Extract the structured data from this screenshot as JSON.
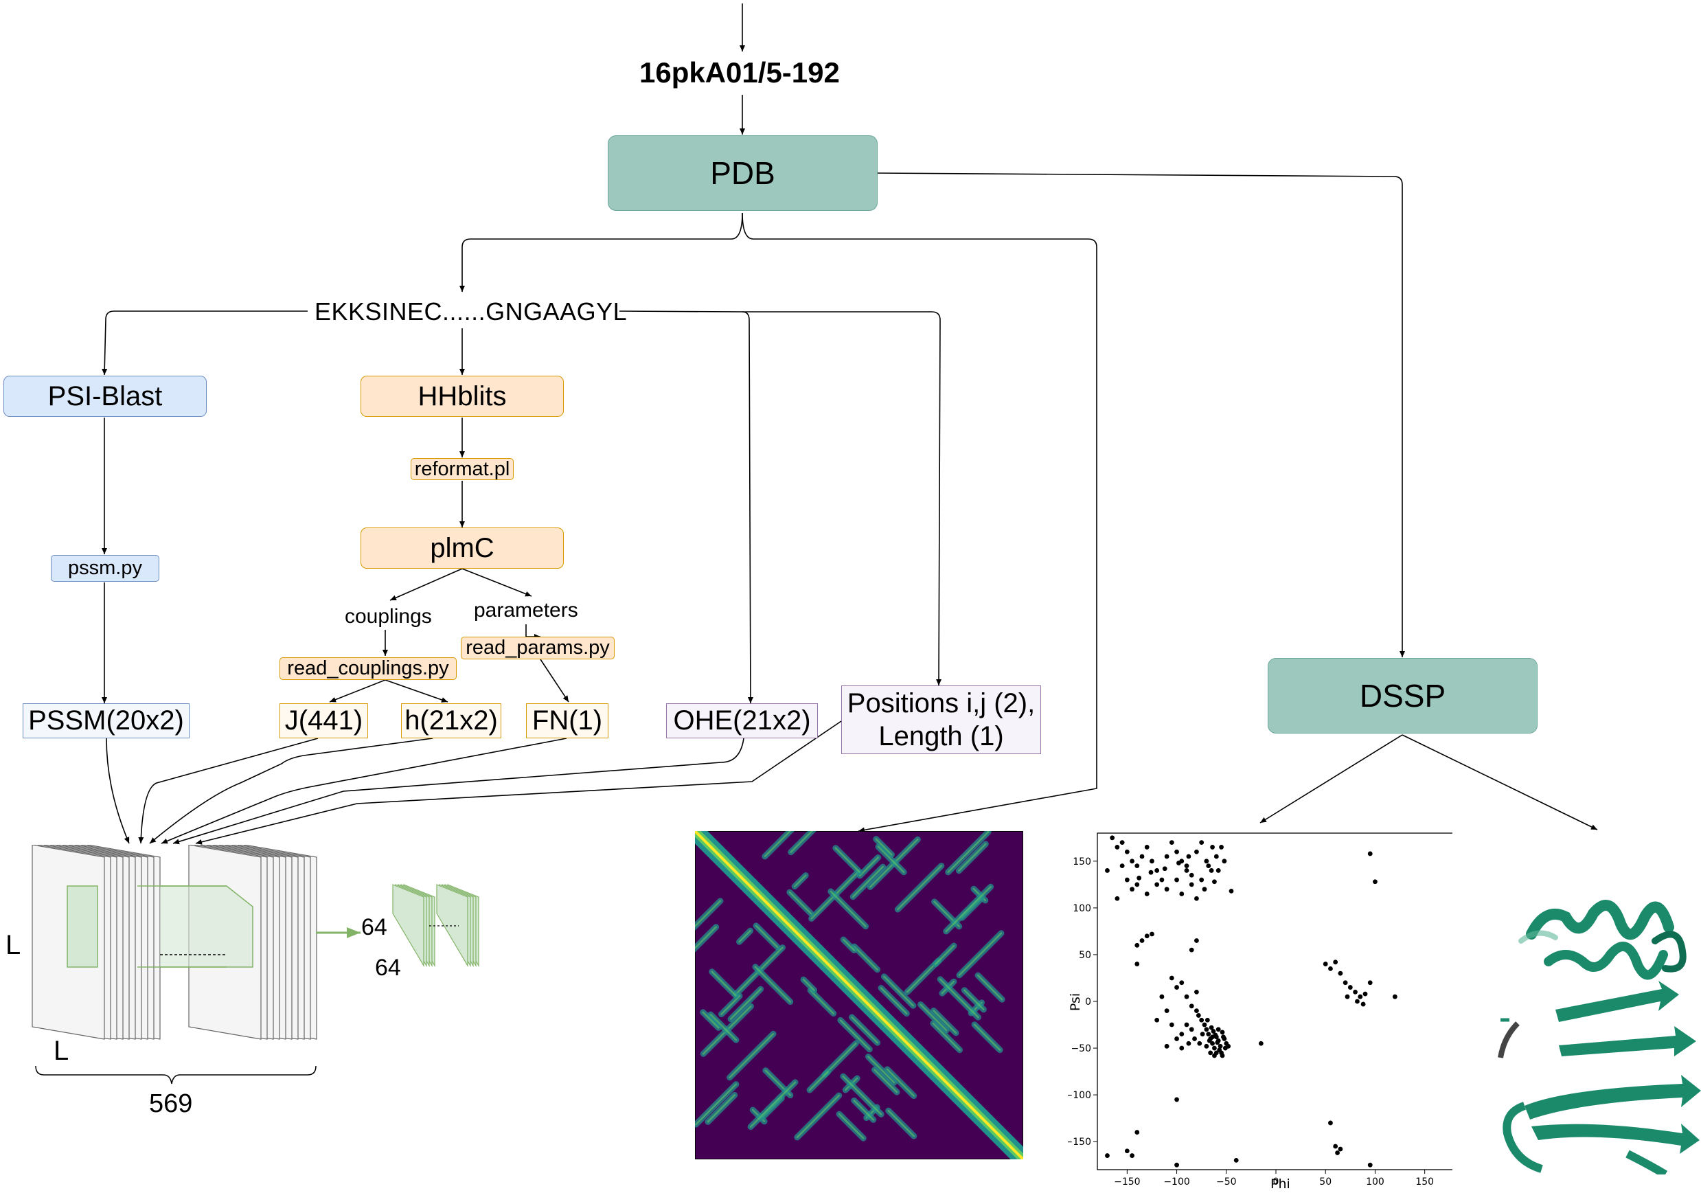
{
  "domain_id": "16pkA01/5-192",
  "pdb": "PDB",
  "sequence": "EKKSINEC......GNGAAGYL",
  "psiblast": "PSI-Blast",
  "pssm_py": "pssm.py",
  "pssm_out": "PSSM(20x2)",
  "hhblits": "HHblits",
  "reformat": "reformat.pl",
  "plmc": "plmC",
  "couplings": "couplings",
  "parameters": "parameters",
  "read_couplings": "read_couplings.py",
  "read_params": "read_params.py",
  "j_out": "J(441)",
  "h_out": "h(21x2)",
  "fn_out": "FN(1)",
  "ohe_out": "OHE(21x2)",
  "positions_line1": "Positions i,j (2),",
  "positions_line2": "Length (1)",
  "dssp": "DSSP",
  "nn": {
    "dim_l_vertical": "L",
    "dim_l_horizontal": "L",
    "channels": "569",
    "out_64a": "64",
    "out_64b": "64"
  },
  "ramachandran": {
    "xlabel": "Phi",
    "ylabel": "Psi",
    "xticks": [
      "−150",
      "−100",
      "−50",
      "0",
      "50",
      "100",
      "150"
    ],
    "yticks": [
      "150",
      "100",
      "50",
      "0",
      "−50",
      "−100",
      "−150"
    ]
  },
  "colors": {
    "teal": "#9dc8be",
    "blue": "#dae8fc",
    "orange": "#ffe6cc",
    "purple": "#e1d5e7",
    "green": "#82b366",
    "viridis_dark": "#440154",
    "viridis_mid": "#21918c",
    "viridis_light": "#fde725",
    "ribbon": "#1a8a6a"
  },
  "chart_data": {
    "type": "scatter",
    "xlabel": "Phi",
    "ylabel": "Psi",
    "xlim": [
      -180,
      180
    ],
    "ylim": [
      -180,
      180
    ],
    "points": [
      [
        -165,
        175
      ],
      [
        -160,
        165
      ],
      [
        -155,
        170
      ],
      [
        -150,
        160
      ],
      [
        -145,
        150
      ],
      [
        -140,
        145
      ],
      [
        -135,
        155
      ],
      [
        -130,
        165
      ],
      [
        -125,
        150
      ],
      [
        -120,
        140
      ],
      [
        -115,
        130
      ],
      [
        -110,
        155
      ],
      [
        -105,
        170
      ],
      [
        -100,
        160
      ],
      [
        -95,
        150
      ],
      [
        -90,
        145
      ],
      [
        -85,
        135
      ],
      [
        -80,
        160
      ],
      [
        -75,
        170
      ],
      [
        -70,
        150
      ],
      [
        -65,
        140
      ],
      [
        -60,
        155
      ],
      [
        -55,
        165
      ],
      [
        -150,
        130
      ],
      [
        -145,
        120
      ],
      [
        -140,
        125
      ],
      [
        -130,
        115
      ],
      [
        -120,
        125
      ],
      [
        -110,
        120
      ],
      [
        -100,
        130
      ],
      [
        -95,
        115
      ],
      [
        -90,
        140
      ],
      [
        -85,
        125
      ],
      [
        -80,
        110
      ],
      [
        -75,
        130
      ],
      [
        -68,
        145
      ],
      [
        -62,
        128
      ],
      [
        -58,
        140
      ],
      [
        -52,
        150
      ],
      [
        -45,
        118
      ],
      [
        -170,
        140
      ],
      [
        -160,
        110
      ],
      [
        -155,
        145
      ],
      [
        -138,
        132
      ],
      [
        -126,
        138
      ],
      [
        -112,
        142
      ],
      [
        -98,
        148
      ],
      [
        -88,
        155
      ],
      [
        -72,
        120
      ],
      [
        -64,
        165
      ],
      [
        -135,
        65
      ],
      [
        -130,
        70
      ],
      [
        -125,
        72
      ],
      [
        -85,
        55
      ],
      [
        -80,
        65
      ],
      [
        -140,
        40
      ],
      [
        -140,
        60
      ],
      [
        -105,
        25
      ],
      [
        -100,
        15
      ],
      [
        -95,
        20
      ],
      [
        -90,
        5
      ],
      [
        -85,
        -5
      ],
      [
        -80,
        -10
      ],
      [
        -78,
        -15
      ],
      [
        -75,
        -20
      ],
      [
        -72,
        -25
      ],
      [
        -70,
        -30
      ],
      [
        -68,
        -35
      ],
      [
        -66,
        -40
      ],
      [
        -64,
        -45
      ],
      [
        -62,
        -50
      ],
      [
        -60,
        -38
      ],
      [
        -58,
        -42
      ],
      [
        -56,
        -48
      ],
      [
        -54,
        -33
      ],
      [
        -52,
        -40
      ],
      [
        -50,
        -45
      ],
      [
        -65,
        -28
      ],
      [
        -63,
        -32
      ],
      [
        -61,
        -36
      ],
      [
        -59,
        -44
      ],
      [
        -57,
        -52
      ],
      [
        -55,
        -55
      ],
      [
        -53,
        -38
      ],
      [
        -51,
        -50
      ],
      [
        -48,
        -48
      ],
      [
        -67,
        -42
      ],
      [
        -110,
        -10
      ],
      [
        -115,
        5
      ],
      [
        -105,
        -25
      ],
      [
        -95,
        -35
      ],
      [
        -90,
        -25
      ],
      [
        -85,
        -30
      ],
      [
        -82,
        -40
      ],
      [
        -88,
        -45
      ],
      [
        -120,
        -20
      ],
      [
        -100,
        -40
      ],
      [
        -70,
        -48
      ],
      [
        -66,
        -55
      ],
      [
        -62,
        -58
      ],
      [
        -58,
        -30
      ],
      [
        -54,
        -58
      ],
      [
        -60,
        -55
      ],
      [
        -64,
        -38
      ],
      [
        -69,
        -20
      ],
      [
        -74,
        -35
      ],
      [
        -77,
        -45
      ],
      [
        -15,
        -45
      ],
      [
        -80,
        10
      ],
      [
        -110,
        -48
      ],
      [
        -95,
        -50
      ],
      [
        50,
        40
      ],
      [
        55,
        35
      ],
      [
        60,
        42
      ],
      [
        65,
        30
      ],
      [
        70,
        20
      ],
      [
        75,
        15
      ],
      [
        80,
        10
      ],
      [
        85,
        5
      ],
      [
        90,
        8
      ],
      [
        95,
        20
      ],
      [
        72,
        5
      ],
      [
        82,
        0
      ],
      [
        88,
        -3
      ],
      [
        120,
        5
      ],
      [
        -100,
        -105
      ],
      [
        -140,
        -140
      ],
      [
        -150,
        -160
      ],
      [
        -145,
        -165
      ],
      [
        -170,
        -165
      ],
      [
        -100,
        -175
      ],
      [
        55,
        -130
      ],
      [
        60,
        -155
      ],
      [
        62,
        -162
      ],
      [
        65,
        -158
      ],
      [
        95,
        -175
      ],
      [
        -40,
        -170
      ],
      [
        100,
        128
      ],
      [
        95,
        158
      ]
    ]
  }
}
